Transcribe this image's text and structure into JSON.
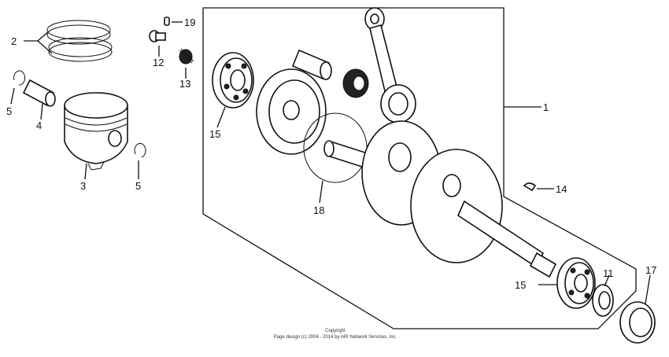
{
  "diagram": {
    "labels": {
      "p1": "1",
      "p2": "2",
      "p3": "3",
      "p4": "4",
      "p5a": "5",
      "p5b": "5",
      "p11": "11",
      "p12": "12",
      "p13": "13",
      "p14": "14",
      "p15a": "15",
      "p15b": "15",
      "p17": "17",
      "p18": "18",
      "p19": "19"
    },
    "copyright": {
      "line1": "Copyright",
      "line2": "Page design (c) 2004 - 2014 by ARI Network Services, Inc."
    }
  }
}
